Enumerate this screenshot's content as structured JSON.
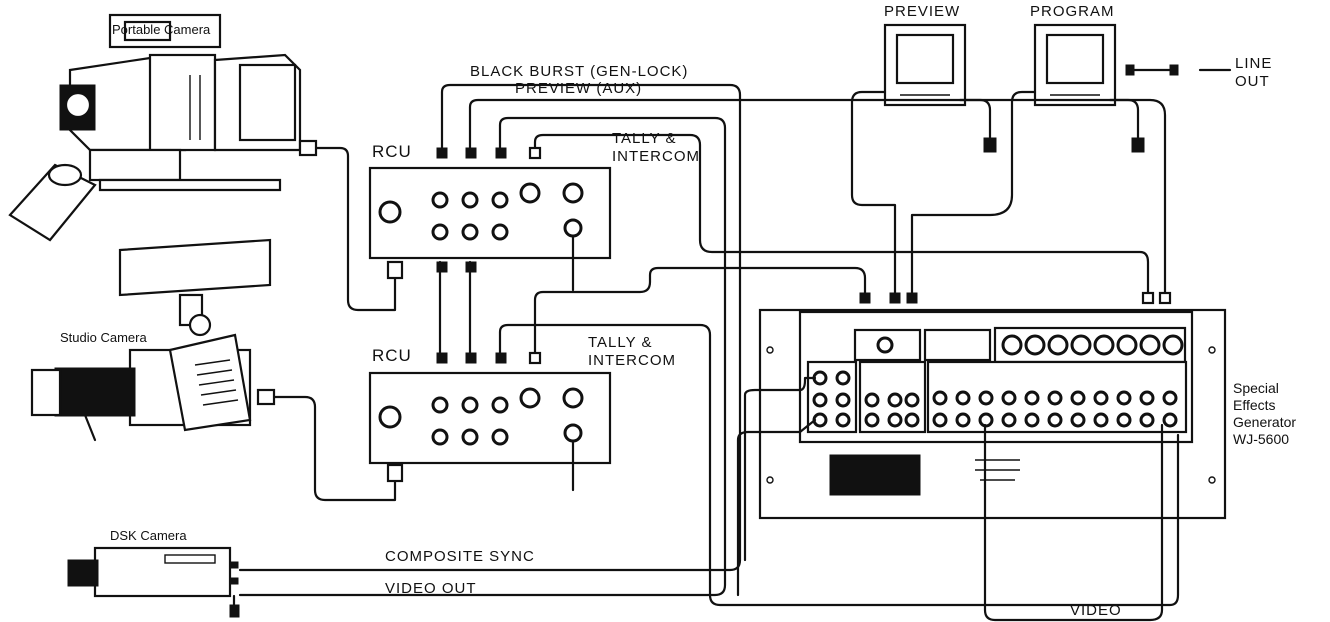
{
  "labels": {
    "portable_camera": "Portable Camera",
    "studio_camera": "Studio Camera",
    "dsk_camera": "DSK Camera",
    "rcu_top": "RCU",
    "rcu_bottom": "RCU",
    "black_burst": "BLACK BURST (GEN-LOCK)",
    "preview_aux": "PREVIEW (AUX)",
    "tally_top_1": "TALLY &",
    "tally_top_2": "INTERCOM",
    "tally_bottom_1": "TALLY &",
    "tally_bottom_2": "INTERCOM",
    "preview_monitor": "PREVIEW",
    "program_monitor": "PROGRAM",
    "line_out_1": "LINE",
    "line_out_2": "OUT",
    "composite_sync": "COMPOSITE SYNC",
    "video_out": "VIDEO OUT",
    "video": "VIDEO",
    "seg_1": "Special",
    "seg_2": "Effects",
    "seg_3": "Generator",
    "seg_4": "WJ-5600"
  }
}
